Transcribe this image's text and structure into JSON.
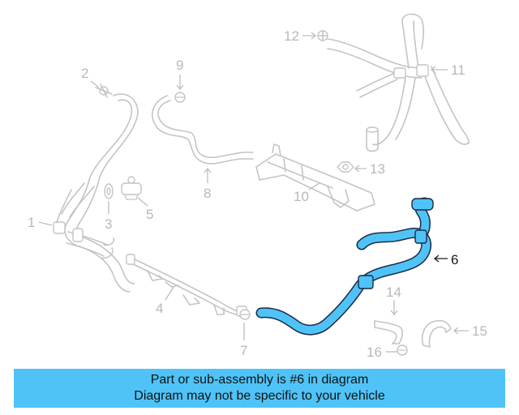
{
  "colors": {
    "highlight": "#4fc3f7",
    "highlight_outline": "#1c2a44",
    "ghost_part": "#c4c4c4",
    "ghost_text": "#b8b8b8",
    "active_text": "#1a1a1a",
    "banner_bg": "#4fc3f7"
  },
  "callouts": {
    "c1": "1",
    "c2": "2",
    "c3": "3",
    "c4": "4",
    "c5": "5",
    "c6": "6",
    "c7": "7",
    "c8": "8",
    "c9": "9",
    "c10": "10",
    "c11": "11",
    "c12": "12",
    "c13": "13",
    "c14": "14",
    "c15": "15",
    "c16": "16"
  },
  "highlighted_part": "6",
  "banner": {
    "line1": "Part or sub-assembly is #6 in diagram",
    "line2": "Diagram may not be specific to your vehicle"
  }
}
